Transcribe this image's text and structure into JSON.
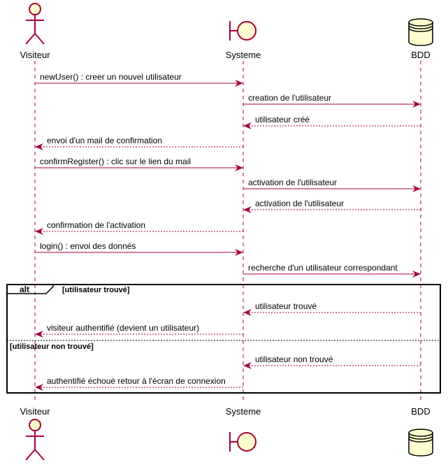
{
  "participants": [
    {
      "id": "visiteur",
      "name": "Visiteur",
      "kind": "actor"
    },
    {
      "id": "systeme",
      "name": "Systeme",
      "kind": "boundary"
    },
    {
      "id": "bdd",
      "name": "BDD",
      "kind": "database"
    }
  ],
  "messages": [
    {
      "from": "visiteur",
      "to": "systeme",
      "label": "newUser() : creer un nouvel utilisateur",
      "style": "solid"
    },
    {
      "from": "systeme",
      "to": "bdd",
      "label": "creation de l'utilisateur",
      "style": "solid"
    },
    {
      "from": "bdd",
      "to": "systeme",
      "label": "utilisateur créé",
      "style": "dashed"
    },
    {
      "from": "systeme",
      "to": "visiteur",
      "label": "envoi d'un mail de confirmation",
      "style": "dashed"
    },
    {
      "from": "visiteur",
      "to": "systeme",
      "label": "confirmRegister() : clic sur le lien du mail",
      "style": "solid"
    },
    {
      "from": "systeme",
      "to": "bdd",
      "label": "activation de l'utilisateur",
      "style": "solid"
    },
    {
      "from": "bdd",
      "to": "systeme",
      "label": "activation de l'utilisateur",
      "style": "dashed"
    },
    {
      "from": "systeme",
      "to": "visiteur",
      "label": "confirmation de l'activation",
      "style": "dashed"
    },
    {
      "from": "visiteur",
      "to": "systeme",
      "label": "login() : envoi des donnés",
      "style": "solid"
    },
    {
      "from": "systeme",
      "to": "bdd",
      "label": "recherche d'un utilisateur correspondant",
      "style": "solid"
    },
    {
      "from": "bdd",
      "to": "systeme",
      "label": "utilisateur trouvé",
      "style": "dashed"
    },
    {
      "from": "systeme",
      "to": "visiteur",
      "label": "visiteur authentifié (devient un utilisateur)",
      "style": "dashed"
    },
    {
      "from": "bdd",
      "to": "systeme",
      "label": "utilisateur non trouvé",
      "style": "dashed"
    },
    {
      "from": "systeme",
      "to": "visiteur",
      "label": "authentifié échoué retour à l'écran de connexion",
      "style": "dashed"
    }
  ],
  "fragment": {
    "keyword": "alt",
    "condition": "[utilisateur trouvé]",
    "else_condition": "[utilisateur non trouvé]"
  },
  "colors": {
    "arrow": "#A80036",
    "participant_fill": "#FEFECE",
    "participant_border": "#A80036"
  }
}
